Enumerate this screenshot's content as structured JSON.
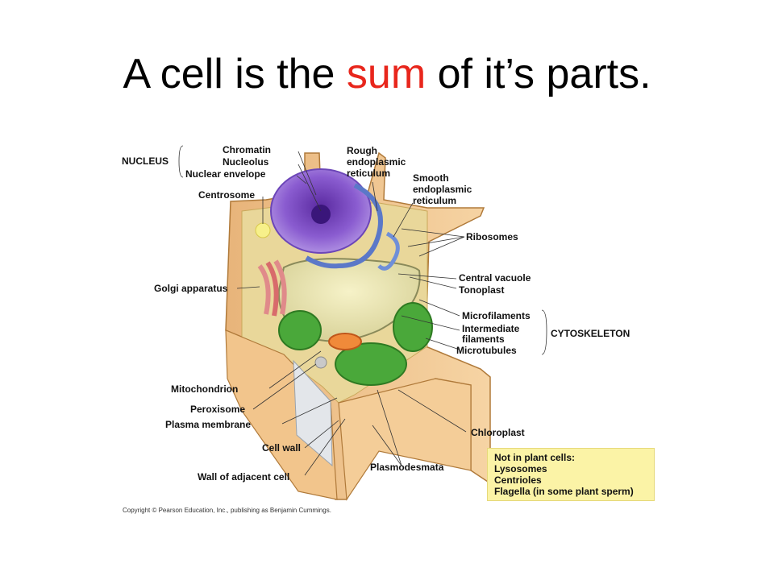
{
  "title": {
    "before": "A cell is the ",
    "accent": "sum",
    "after": " of it’s parts.",
    "accent_color": "#e8261c"
  },
  "labels": {
    "nucleus": "NUCLEUS",
    "chromatin": "Chromatin",
    "nucleolus": "Nucleolus",
    "nuclear_envelope": "Nuclear envelope",
    "centrosome": "Centrosome",
    "rough_er": [
      "Rough",
      "endoplasmic",
      "reticulum"
    ],
    "smooth_er": [
      "Smooth",
      "endoplasmic",
      "reticulum"
    ],
    "ribosomes": "Ribosomes",
    "central_vacuole": "Central vacuole",
    "tonoplast": "Tonoplast",
    "golgi": "Golgi apparatus",
    "microfilaments": "Microfilaments",
    "intermediate_filaments": [
      "Intermediate",
      "filaments"
    ],
    "microtubules": "Microtubules",
    "cytoskeleton": "CYTOSKELETON",
    "mitochondrion": "Mitochondrion",
    "peroxisome": "Peroxisome",
    "plasma_membrane": "Plasma membrane",
    "cell_wall": "Cell wall",
    "wall_adjacent": "Wall of adjacent cell",
    "chloroplast": "Chloroplast",
    "plasmodesmata": "Plasmodesmata"
  },
  "note": {
    "heading": "Not in plant cells:",
    "items": [
      "Lysosomes",
      "Centrioles",
      "Flagella (in some plant sperm)"
    ],
    "bg_color": "#fbf3a6"
  },
  "copyright": "Copyright © Pearson Education, Inc., publishing as Benjamin Cummings."
}
